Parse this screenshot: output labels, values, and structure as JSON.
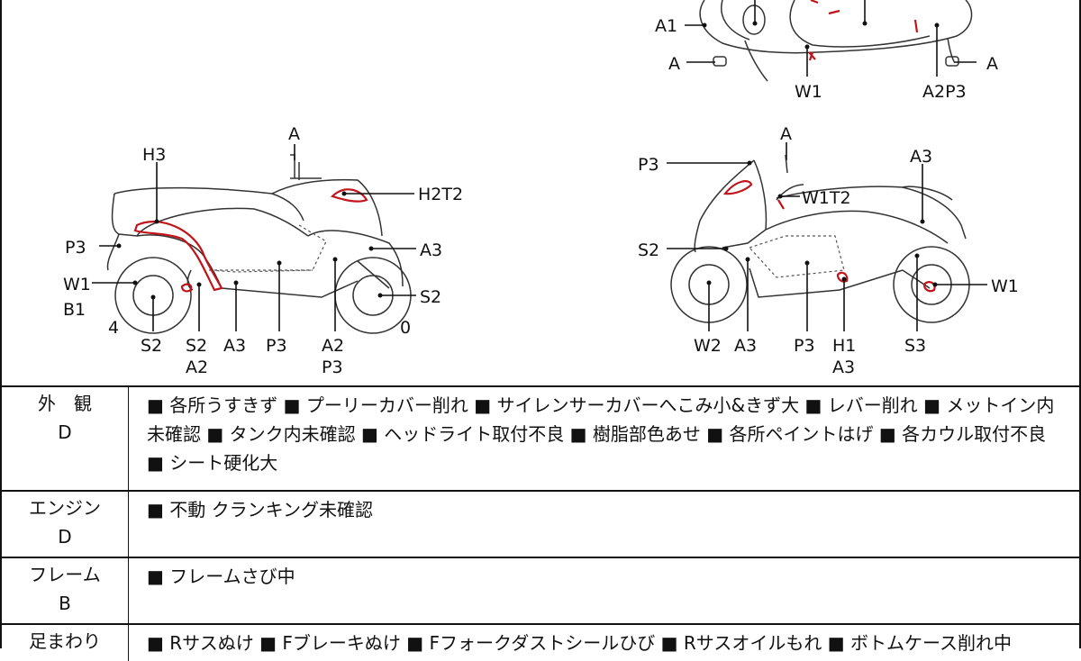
{
  "labels": {
    "top_a1": "A1",
    "top_a_left": "A",
    "top_w1": "W1",
    "top_a2p3": "A2P3",
    "top_a_right": "A",
    "left_a": "A",
    "left_h3": "H3",
    "left_h2t2": "H2T2",
    "left_p3": "P3",
    "left_a3_right": "A3",
    "left_w1": "W1",
    "left_b1": "B1",
    "left_s2_right": "S2",
    "left_4": "4",
    "left_0": "0",
    "left_s2_a": "S2",
    "left_s2_b": "S2",
    "left_a2": "A2",
    "left_a3": "A3",
    "left_p3_b": "P3",
    "left_a2_b": "A2",
    "left_p3_c": "P3",
    "right_a": "A",
    "right_p3": "P3",
    "right_a3": "A3",
    "right_w1t2": "W1T2",
    "right_s2": "S2",
    "right_w1": "W1",
    "right_w2": "W2",
    "right_a3_b": "A3",
    "right_p3_b": "P3",
    "right_h1": "H1",
    "right_a3_c": "A3",
    "right_s3": "S3"
  },
  "conditions": [
    {
      "category": "外　観",
      "grade": "D",
      "items": [
        "各所うすきず",
        "プーリーカバー削れ",
        "サイレンサーカバーへこみ小&きず大",
        "レバー削れ",
        "メットイン内未確認",
        "タンク内未確認",
        "ヘッドライト取付不良",
        "樹脂部色あせ",
        "各所ペイントはげ",
        "各カウル取付不良",
        "シート硬化大"
      ]
    },
    {
      "category": "エンジン",
      "grade": "D",
      "items": [
        "不動 クランキング未確認"
      ]
    },
    {
      "category": "フレーム",
      "grade": "B",
      "items": [
        "フレームさび中"
      ]
    },
    {
      "category": "足まわり",
      "grade": "",
      "items": [
        "Rサスぬけ",
        "Fブレーキぬけ",
        "Fフォークダストシールひび",
        "Rサスオイルもれ",
        "ボトムケース削れ中"
      ]
    }
  ],
  "colors": {
    "damage": "#c0141a",
    "line": "#111111"
  }
}
